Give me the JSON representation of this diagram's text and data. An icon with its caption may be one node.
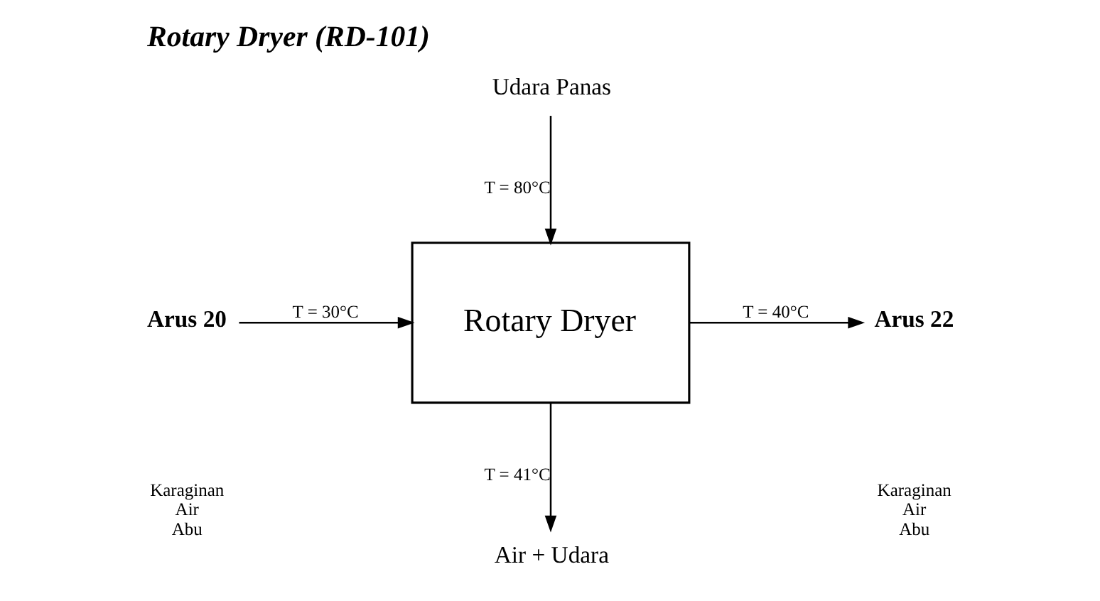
{
  "diagram": {
    "title": "Rotary Dryer (RD-101)",
    "nodes": [
      {
        "text": [
          "Udara Panas"
        ]
      },
      {
        "text": [
          "Arus 20"
        ]
      },
      {
        "text": [
          "Rotary Dryer"
        ]
      },
      {
        "text": [
          "Arus 22"
        ]
      },
      {
        "text": [
          "Air + Udara"
        ]
      }
    ],
    "edges": [
      {
        "from": 0,
        "to": 2,
        "arrow": "to",
        "label": "T = 80°C"
      },
      {
        "from": 1,
        "to": 2,
        "arrow": "to",
        "label": "T = 30°C"
      },
      {
        "from": 2,
        "to": 3,
        "arrow": "to",
        "label": "T = 40°C"
      },
      {
        "from": 2,
        "to": 4,
        "arrow": "to",
        "label": "T = 41°C"
      }
    ],
    "labels": [
      "Karaginan Air Abu",
      "Karaginan Air Abu"
    ]
  }
}
